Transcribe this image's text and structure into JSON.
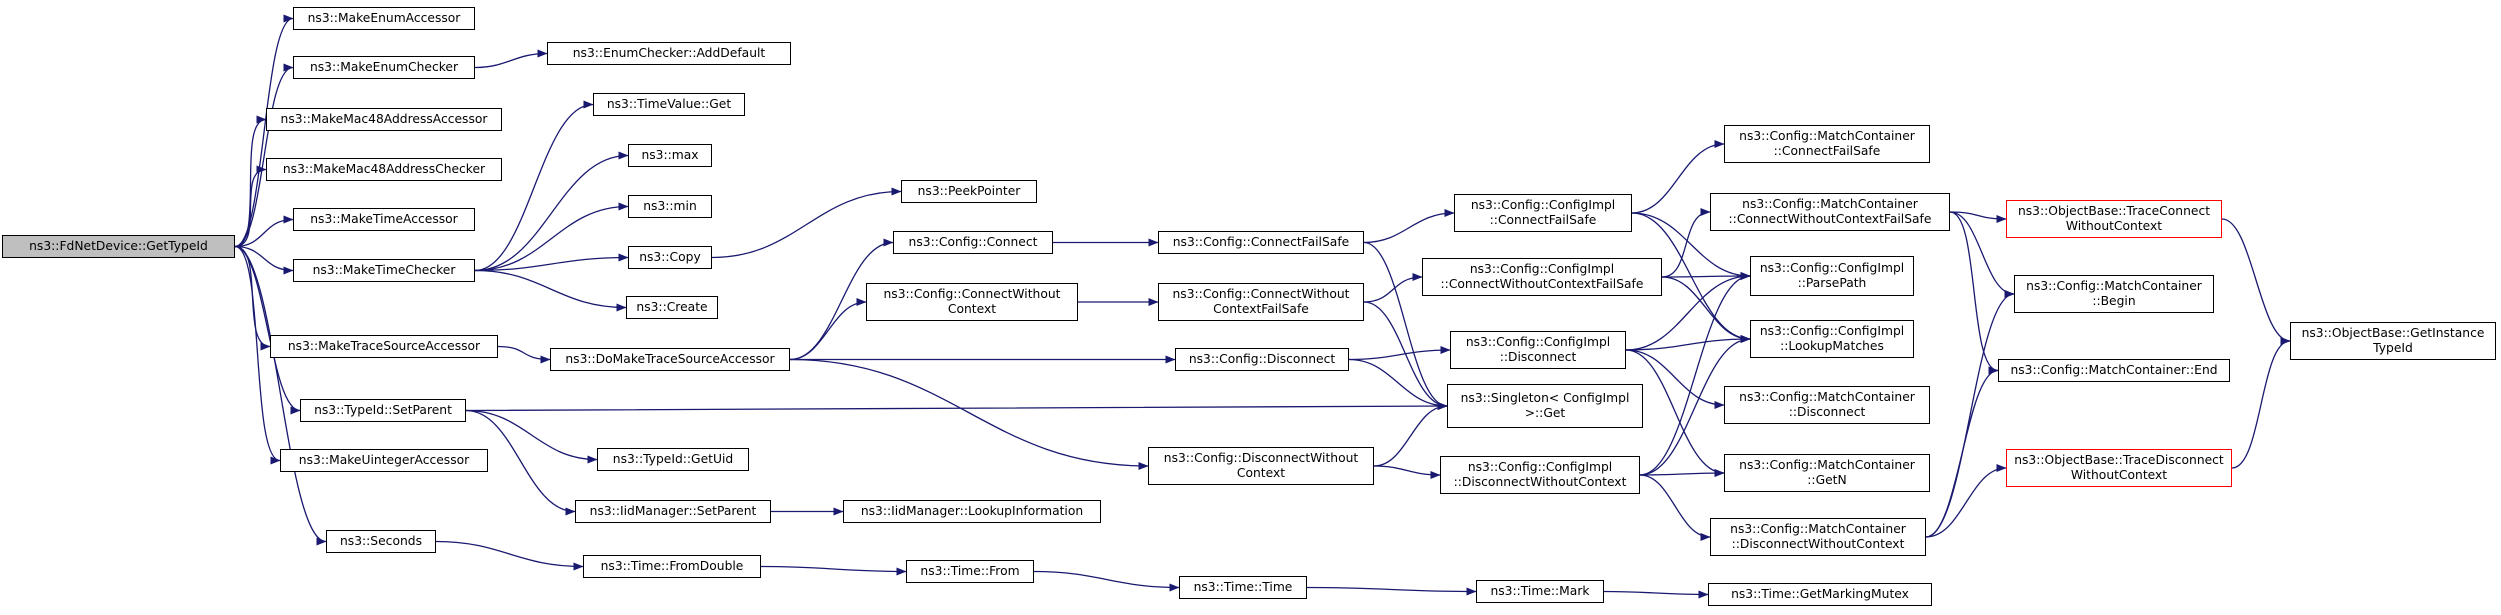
{
  "colors": {
    "edge": "#191970",
    "root_fill": "#bfbfbf",
    "border": "#000000",
    "truncated_border": "#ff0000"
  },
  "nodes": {
    "root": "ns3::FdNetDevice::GetTypeId",
    "make_enum_accessor": "ns3::MakeEnumAccessor",
    "make_enum_checker": "ns3::MakeEnumChecker",
    "enum_checker_add_default": "ns3::EnumChecker::AddDefault",
    "make_mac48_accessor": "ns3::MakeMac48AddressAccessor",
    "make_mac48_checker": "ns3::MakeMac48AddressChecker",
    "make_time_accessor": "ns3::MakeTimeAccessor",
    "make_time_checker": "ns3::MakeTimeChecker",
    "time_value_get": "ns3::TimeValue::Get",
    "max": "ns3::max",
    "min": "ns3::min",
    "copy": "ns3::Copy",
    "create": "ns3::Create",
    "peek_pointer": "ns3::PeekPointer",
    "make_trace_source_accessor": "ns3::MakeTraceSourceAccessor",
    "do_make_trace_source_accessor": "ns3::DoMakeTraceSourceAccessor",
    "config_connect": "ns3::Config::Connect",
    "config_connect_without_context": "ns3::Config::ConnectWithout\nContext",
    "config_disconnect": "ns3::Config::Disconnect",
    "config_disconnect_without_context": "ns3::Config::DisconnectWithout\nContext",
    "config_connect_fail_safe": "ns3::Config::ConnectFailSafe",
    "config_connect_without_context_fail_safe": "ns3::Config::ConnectWithout\nContextFailSafe",
    "impl_connect_fail_safe": "ns3::Config::ConfigImpl\n::ConnectFailSafe",
    "impl_connect_without_context_fail_safe": "ns3::Config::ConfigImpl\n::ConnectWithoutContextFailSafe",
    "impl_disconnect": "ns3::Config::ConfigImpl\n::Disconnect",
    "impl_disconnect_without_context": "ns3::Config::ConfigImpl\n::DisconnectWithoutContext",
    "singleton_get": "ns3::Singleton< ConfigImpl\n>::Get",
    "impl_parse_path": "ns3::Config::ConfigImpl\n::ParsePath",
    "impl_lookup_matches": "ns3::Config::ConfigImpl\n::LookupMatches",
    "mc_connect_fail_safe": "ns3::Config::MatchContainer\n::ConnectFailSafe",
    "mc_connect_without_context_fail_safe": "ns3::Config::MatchContainer\n::ConnectWithoutContextFailSafe",
    "mc_disconnect": "ns3::Config::MatchContainer\n::Disconnect",
    "mc_get_n": "ns3::Config::MatchContainer\n::GetN",
    "mc_disconnect_without_context": "ns3::Config::MatchContainer\n::DisconnectWithoutContext",
    "mc_begin": "ns3::Config::MatchContainer\n::Begin",
    "mc_end": "ns3::Config::MatchContainer::End",
    "ob_trace_connect_without_context": "ns3::ObjectBase::TraceConnect\nWithoutContext",
    "ob_trace_disconnect_without_context": "ns3::ObjectBase::TraceDisconnect\nWithoutContext",
    "ob_get_instance_type_id": "ns3::ObjectBase::GetInstance\nTypeId",
    "typeid_set_parent": "ns3::TypeId::SetParent",
    "typeid_get_uid": "ns3::TypeId::GetUid",
    "iid_manager_set_parent": "ns3::IidManager::SetParent",
    "iid_manager_lookup_information": "ns3::IidManager::LookupInformation",
    "make_uinteger_accessor": "ns3::MakeUintegerAccessor",
    "seconds": "ns3::Seconds",
    "time_from_double": "ns3::Time::FromDouble",
    "time_from": "ns3::Time::From",
    "time_time": "ns3::Time::Time",
    "time_mark": "ns3::Time::Mark",
    "time_get_marking_mutex": "ns3::Time::GetMarkingMutex"
  },
  "edges": [
    [
      "root",
      "make_enum_accessor"
    ],
    [
      "root",
      "make_enum_checker"
    ],
    [
      "root",
      "make_mac48_accessor"
    ],
    [
      "root",
      "make_mac48_checker"
    ],
    [
      "root",
      "make_time_accessor"
    ],
    [
      "root",
      "make_time_checker"
    ],
    [
      "root",
      "make_trace_source_accessor"
    ],
    [
      "root",
      "typeid_set_parent"
    ],
    [
      "root",
      "make_uinteger_accessor"
    ],
    [
      "root",
      "seconds"
    ],
    [
      "make_enum_checker",
      "enum_checker_add_default"
    ],
    [
      "make_time_checker",
      "time_value_get"
    ],
    [
      "make_time_checker",
      "max"
    ],
    [
      "make_time_checker",
      "min"
    ],
    [
      "make_time_checker",
      "copy"
    ],
    [
      "make_time_checker",
      "create"
    ],
    [
      "copy",
      "peek_pointer"
    ],
    [
      "make_trace_source_accessor",
      "do_make_trace_source_accessor"
    ],
    [
      "do_make_trace_source_accessor",
      "config_connect"
    ],
    [
      "do_make_trace_source_accessor",
      "config_connect_without_context"
    ],
    [
      "do_make_trace_source_accessor",
      "config_disconnect"
    ],
    [
      "do_make_trace_source_accessor",
      "config_disconnect_without_context"
    ],
    [
      "config_connect",
      "config_connect_fail_safe"
    ],
    [
      "config_connect_without_context",
      "config_connect_without_context_fail_safe"
    ],
    [
      "config_connect_fail_safe",
      "impl_connect_fail_safe"
    ],
    [
      "config_connect_fail_safe",
      "singleton_get"
    ],
    [
      "config_connect_without_context_fail_safe",
      "impl_connect_without_context_fail_safe"
    ],
    [
      "config_connect_without_context_fail_safe",
      "singleton_get"
    ],
    [
      "config_disconnect",
      "impl_disconnect"
    ],
    [
      "config_disconnect",
      "singleton_get"
    ],
    [
      "config_disconnect_without_context",
      "impl_disconnect_without_context"
    ],
    [
      "config_disconnect_without_context",
      "singleton_get"
    ],
    [
      "impl_connect_fail_safe",
      "mc_connect_fail_safe"
    ],
    [
      "impl_connect_fail_safe",
      "impl_parse_path"
    ],
    [
      "impl_connect_fail_safe",
      "impl_lookup_matches"
    ],
    [
      "impl_connect_without_context_fail_safe",
      "mc_connect_without_context_fail_safe"
    ],
    [
      "impl_connect_without_context_fail_safe",
      "impl_parse_path"
    ],
    [
      "impl_connect_without_context_fail_safe",
      "impl_lookup_matches"
    ],
    [
      "impl_disconnect",
      "impl_parse_path"
    ],
    [
      "impl_disconnect",
      "impl_lookup_matches"
    ],
    [
      "impl_disconnect",
      "mc_disconnect"
    ],
    [
      "impl_disconnect",
      "mc_get_n"
    ],
    [
      "impl_disconnect_without_context",
      "impl_parse_path"
    ],
    [
      "impl_disconnect_without_context",
      "impl_lookup_matches"
    ],
    [
      "impl_disconnect_without_context",
      "mc_get_n"
    ],
    [
      "impl_disconnect_without_context",
      "mc_disconnect_without_context"
    ],
    [
      "mc_connect_without_context_fail_safe",
      "ob_trace_connect_without_context"
    ],
    [
      "mc_connect_without_context_fail_safe",
      "mc_begin"
    ],
    [
      "mc_connect_without_context_fail_safe",
      "mc_end"
    ],
    [
      "mc_disconnect_without_context",
      "mc_begin"
    ],
    [
      "mc_disconnect_without_context",
      "mc_end"
    ],
    [
      "mc_disconnect_without_context",
      "ob_trace_disconnect_without_context"
    ],
    [
      "ob_trace_connect_without_context",
      "ob_get_instance_type_id"
    ],
    [
      "ob_trace_disconnect_without_context",
      "ob_get_instance_type_id"
    ],
    [
      "typeid_set_parent",
      "singleton_get"
    ],
    [
      "typeid_set_parent",
      "typeid_get_uid"
    ],
    [
      "typeid_set_parent",
      "iid_manager_set_parent"
    ],
    [
      "iid_manager_set_parent",
      "iid_manager_lookup_information"
    ],
    [
      "seconds",
      "time_from_double"
    ],
    [
      "time_from_double",
      "time_from"
    ],
    [
      "time_from",
      "time_time"
    ],
    [
      "time_time",
      "time_mark"
    ],
    [
      "time_mark",
      "time_get_marking_mutex"
    ]
  ]
}
